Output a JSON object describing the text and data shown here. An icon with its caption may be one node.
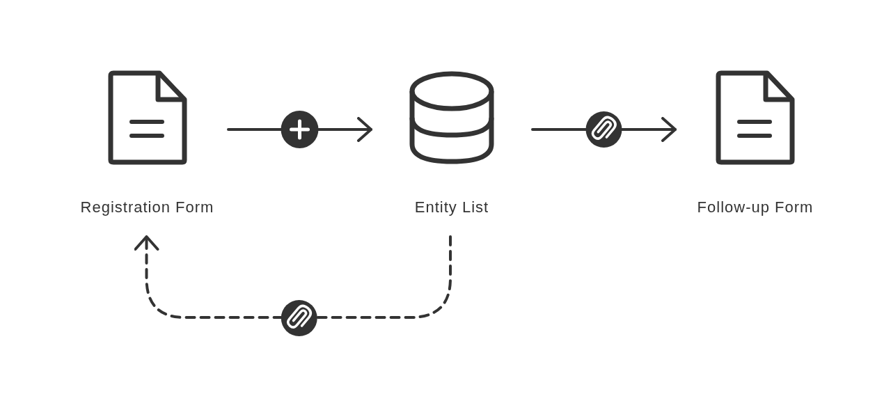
{
  "diagram": {
    "nodes": [
      {
        "text": [
          "Registration Form"
        ]
      },
      {
        "text": [
          "Entity List"
        ]
      },
      {
        "text": [
          "Follow-up Form"
        ]
      }
    ],
    "edges": [
      {
        "from": 0,
        "to": 1,
        "arrow": "to"
      },
      {
        "from": 1,
        "to": 2,
        "arrow": "to"
      },
      {
        "from": 1,
        "to": 0,
        "arrow": "to",
        "style": "dashed"
      }
    ]
  }
}
